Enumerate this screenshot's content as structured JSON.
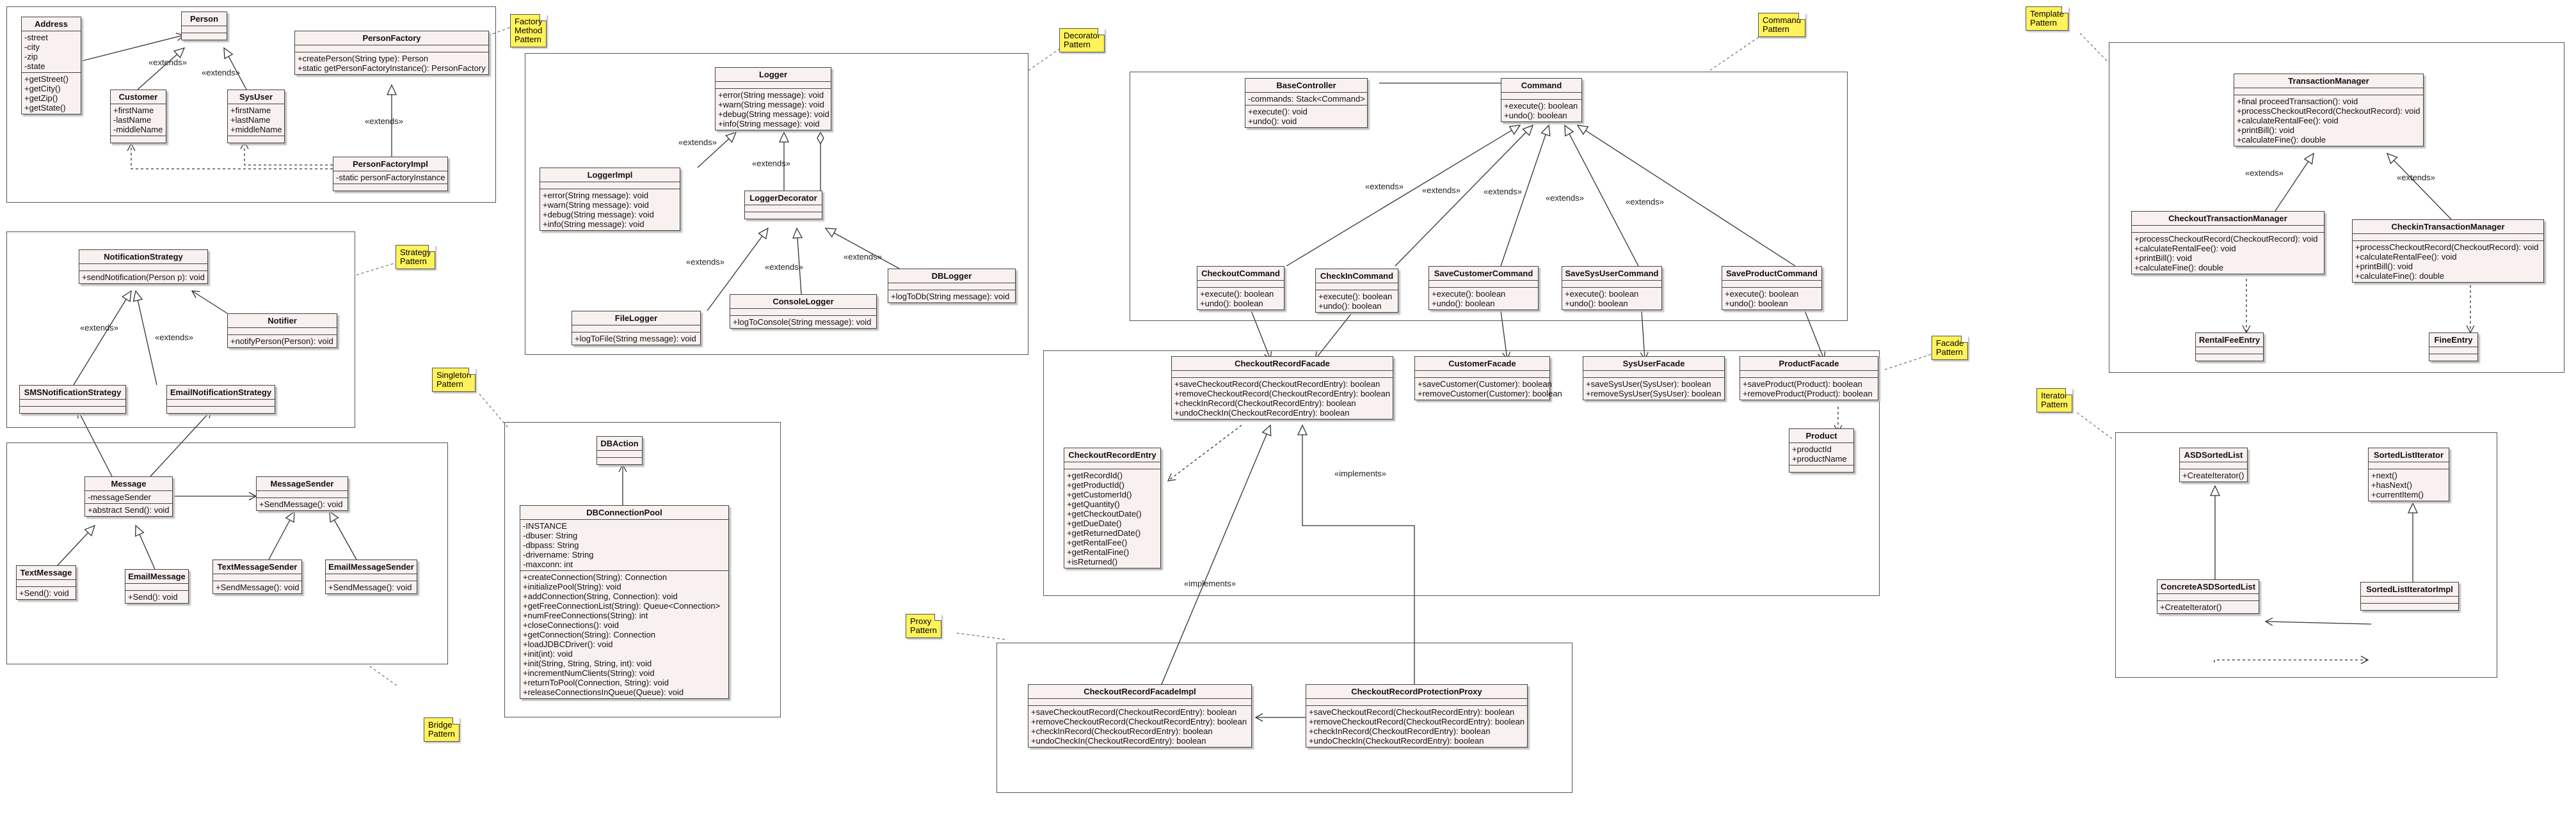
{
  "notes": [
    {
      "id": "n_factory",
      "lines": [
        "Factory",
        "Method",
        "Pattern"
      ]
    },
    {
      "id": "n_decorator",
      "lines": [
        "Decorator",
        "Pattern"
      ]
    },
    {
      "id": "n_command",
      "lines": [
        "Command",
        "Pattern"
      ]
    },
    {
      "id": "n_template",
      "lines": [
        "Template",
        "Pattern"
      ]
    },
    {
      "id": "n_strategy",
      "lines": [
        "Strategy",
        "Pattern"
      ]
    },
    {
      "id": "n_singleton",
      "lines": [
        "Singleton",
        "Pattern"
      ]
    },
    {
      "id": "n_facade",
      "lines": [
        "Facade",
        "Pattern"
      ]
    },
    {
      "id": "n_iterator",
      "lines": [
        "Iterator",
        "Pattern"
      ]
    },
    {
      "id": "n_proxy",
      "lines": [
        "Proxy",
        "Pattern"
      ]
    },
    {
      "id": "n_bridge",
      "lines": [
        "Bridge",
        "Pattern"
      ]
    }
  ],
  "classes": [
    {
      "id": "c_address",
      "name": "Address",
      "sections": [
        [
          "-street",
          "-city",
          "-zip",
          "-state"
        ],
        [
          "+getStreet()",
          "+getCity()",
          "+getZip()",
          "+getState()"
        ]
      ]
    },
    {
      "id": "c_person",
      "name": "Person",
      "sections": [
        [],
        []
      ]
    },
    {
      "id": "c_customer",
      "name": "Customer",
      "sections": [
        [
          "+firstName",
          "-lastName",
          "-middleName"
        ],
        []
      ]
    },
    {
      "id": "c_sysuser",
      "name": "SysUser",
      "sections": [
        [
          "+firstName",
          "+lastName",
          "+middleName"
        ],
        []
      ]
    },
    {
      "id": "c_personfactory",
      "name": "PersonFactory",
      "sections": [
        [],
        [
          "+createPerson(String type): Person",
          "+static getPersonFactoryInstance(): PersonFactory"
        ]
      ]
    },
    {
      "id": "c_personfactoryimpl",
      "name": "PersonFactoryImpl",
      "sections": [
        [
          "-static personFactoryInstance"
        ],
        []
      ]
    },
    {
      "id": "c_logger",
      "name": "Logger",
      "sections": [
        [],
        [
          "+error(String message): void",
          "+warn(String message): void",
          "+debug(String message): void",
          "+info(String message): void"
        ]
      ]
    },
    {
      "id": "c_loggerimpl",
      "name": "LoggerImpl",
      "sections": [
        [],
        [
          "+error(String message): void",
          "+warn(String message): void",
          "+debug(String message): void",
          "+info(String message): void"
        ]
      ]
    },
    {
      "id": "c_loggerdecorator",
      "name": "LoggerDecorator",
      "sections": [
        [],
        []
      ]
    },
    {
      "id": "c_filelogger",
      "name": "FileLogger",
      "sections": [
        [],
        [
          "+logToFile(String message): void"
        ]
      ]
    },
    {
      "id": "c_consolelogger",
      "name": "ConsoleLogger",
      "sections": [
        [],
        [
          "+logToConsole(String message): void"
        ]
      ]
    },
    {
      "id": "c_dblogger",
      "name": "DBLogger",
      "sections": [
        [],
        [
          "+logToDb(String message): void"
        ]
      ]
    },
    {
      "id": "c_basecontroller",
      "name": "BaseController",
      "sections": [
        [
          "-commands: Stack<Command>"
        ],
        [
          "+execute(): void",
          "+undo(): void"
        ]
      ]
    },
    {
      "id": "c_command",
      "name": "Command",
      "sections": [
        [],
        [
          "+execute(): boolean",
          "+undo(): boolean"
        ]
      ]
    },
    {
      "id": "c_checkoutcommand",
      "name": "CheckoutCommand",
      "sections": [
        [],
        [
          "+execute(): boolean",
          "+undo(): boolean"
        ]
      ]
    },
    {
      "id": "c_checkincommand",
      "name": "CheckInCommand",
      "sections": [
        [],
        [
          "+execute(): boolean",
          "+undo(): boolean"
        ]
      ]
    },
    {
      "id": "c_savecustomercommand",
      "name": "SaveCustomerCommand",
      "sections": [
        [],
        [
          "+execute(): boolean",
          "+undo(): boolean"
        ]
      ]
    },
    {
      "id": "c_savesysusercommand",
      "name": "SaveSysUserCommand",
      "sections": [
        [],
        [
          "+execute(): boolean",
          "+undo(): boolean"
        ]
      ]
    },
    {
      "id": "c_saveproductcommand",
      "name": "SaveProductCommand",
      "sections": [
        [],
        [
          "+execute(): boolean",
          "+undo(): boolean"
        ]
      ]
    },
    {
      "id": "c_transactionmanager",
      "name": "TransactionManager",
      "sections": [
        [],
        [
          "+final proceedTransaction(): void",
          "+processCheckoutRecord(CheckoutRecord): void",
          "+calculateRentalFee(): void",
          "+printBill(): void",
          "+calculateFine(): double"
        ]
      ]
    },
    {
      "id": "c_checkouttm",
      "name": "CheckoutTransactionManager",
      "sections": [
        [],
        [
          "+processCheckoutRecord(CheckoutRecord): void",
          "+calculateRentalFee(): void",
          "+printBill(): void",
          "+calculateFine(): double"
        ]
      ]
    },
    {
      "id": "c_checkintm",
      "name": "CheckinTransactionManager",
      "sections": [
        [],
        [
          "+processCheckoutRecord(CheckoutRecord): void",
          "+calculateRentalFee(): void",
          "+printBill(): void",
          "+calculateFine(): double"
        ]
      ]
    },
    {
      "id": "c_rentalfeeentry",
      "name": "RentalFeeEntry",
      "sections": [
        [],
        []
      ]
    },
    {
      "id": "c_fineentry",
      "name": "FineEntry",
      "sections": [
        [],
        []
      ]
    },
    {
      "id": "c_notificationstrategy",
      "name": "NotificationStrategy",
      "sections": [
        [],
        [
          "+sendNotification(Person p): void"
        ]
      ]
    },
    {
      "id": "c_notifier",
      "name": "Notifier",
      "sections": [
        [],
        [
          "+notifyPerson(Person): void"
        ]
      ]
    },
    {
      "id": "c_smsstrategy",
      "name": "SMSNotificationStrategy",
      "sections": [
        [],
        []
      ]
    },
    {
      "id": "c_emailstrategy",
      "name": "EmailNotificationStrategy",
      "sections": [
        [],
        []
      ]
    },
    {
      "id": "c_message",
      "name": "Message",
      "sections": [
        [
          "-messageSender"
        ],
        [
          "+abstract Send(): void"
        ]
      ]
    },
    {
      "id": "c_messagesender",
      "name": "MessageSender",
      "sections": [
        [],
        [
          "+SendMessage(): void"
        ]
      ]
    },
    {
      "id": "c_textmessage",
      "name": "TextMessage",
      "sections": [
        [],
        [
          "+Send(): void"
        ]
      ]
    },
    {
      "id": "c_emailmessage",
      "name": "EmailMessage",
      "sections": [
        [],
        [
          "+Send(): void"
        ]
      ]
    },
    {
      "id": "c_textmessagesender",
      "name": "TextMessageSender",
      "sections": [
        [],
        [
          "+SendMessage(): void"
        ]
      ]
    },
    {
      "id": "c_emailmessagesender",
      "name": "EmailMessageSender",
      "sections": [
        [],
        [
          "+SendMessage(): void"
        ]
      ]
    },
    {
      "id": "c_dbaction",
      "name": "DBAction",
      "sections": [
        [],
        []
      ]
    },
    {
      "id": "c_dbconnectionpool",
      "name": "DBConnectionPool",
      "sections": [
        [
          "-INSTANCE",
          "-dbuser: String",
          "-dbpass: String",
          "-drivername: String",
          "-maxconn: int"
        ],
        [
          "+createConnection(String): Connection",
          "+initializePool(String): void",
          "+addConnection(String, Connection): void",
          "+getFreeConnectionList(String): Queue<Connection>",
          "+numFreeConnections(String): int",
          "+closeConnections(): void",
          "+getConnection(String): Connection",
          "+loadJDBCDriver(): void",
          "+init(int): void",
          "+init(String, String, String, int): void",
          "+incrementNumClients(String): void",
          "+returnToPool(Connection, String): void",
          "+releaseConnectionsInQueue(Queue): void"
        ]
      ]
    },
    {
      "id": "c_checkoutrecordfacade",
      "name": "CheckoutRecordFacade",
      "sections": [
        [],
        [
          "+saveCheckoutRecord(CheckoutRecordEntry): boolean",
          "+removeCheckoutRecord(CheckoutRecordEntry): boolean",
          "+checkInRecord(CheckoutRecordEntry): boolean",
          "+undoCheckIn(CheckoutRecordEntry): boolean"
        ]
      ]
    },
    {
      "id": "c_customerfacade",
      "name": "CustomerFacade",
      "sections": [
        [],
        [
          "+saveCustomer(Customer): boolean",
          "+removeCustomer(Customer): boolean"
        ]
      ]
    },
    {
      "id": "c_sysuserfacade",
      "name": "SysUserFacade",
      "sections": [
        [],
        [
          "+saveSysUser(SysUser): boolean",
          "+removeSysUser(SysUser): boolean"
        ]
      ]
    },
    {
      "id": "c_productfacade",
      "name": "ProductFacade",
      "sections": [
        [],
        [
          "+saveProduct(Product): boolean",
          "+removeProduct(Product): boolean"
        ]
      ]
    },
    {
      "id": "c_checkoutrecordentry",
      "name": "CheckoutRecordEntry",
      "sections": [
        [],
        [
          "+getRecordId()",
          "+getProductId()",
          "+getCustomerId()",
          "+getQuantity()",
          "+getCheckoutDate()",
          "+getDueDate()",
          "+getReturnedDate()",
          "+getRentalFee()",
          "+getRentalFine()",
          "+isReturned()"
        ]
      ]
    },
    {
      "id": "c_product",
      "name": "Product",
      "sections": [
        [
          "+productId",
          "+productName"
        ],
        []
      ]
    },
    {
      "id": "c_asdsortedlist",
      "name": "ASDSortedList",
      "sections": [
        [],
        [
          "+CreateIterator()"
        ]
      ]
    },
    {
      "id": "c_sortedlistiterator",
      "name": "SortedListIterator",
      "sections": [
        [],
        [
          "+next()",
          "+hasNext()",
          "+currentItem()"
        ]
      ]
    },
    {
      "id": "c_concreteasd",
      "name": "ConcreteASDSortedList",
      "sections": [
        [],
        [
          "+CreateIterator()"
        ]
      ]
    },
    {
      "id": "c_sortedlistiteratorimpl",
      "name": "SortedListIteratorImpl",
      "sections": [
        [],
        []
      ]
    },
    {
      "id": "c_checkoutrecordfacadeimpl",
      "name": "CheckoutRecordFacadeImpl",
      "sections": [
        [],
        [
          "+saveCheckoutRecord(CheckoutRecordEntry): boolean",
          "+removeCheckoutRecord(CheckoutRecordEntry): boolean",
          "+checkInRecord(CheckoutRecordEntry): boolean",
          "+undoCheckIn(CheckoutRecordEntry): boolean"
        ]
      ]
    },
    {
      "id": "c_checkoutrecordprotectionproxy",
      "name": "CheckoutRecordProtectionProxy",
      "sections": [
        [],
        [
          "+saveCheckoutRecord(CheckoutRecordEntry): boolean",
          "+removeCheckoutRecord(CheckoutRecordEntry): boolean",
          "+checkInRecord(CheckoutRecordEntry): boolean",
          "+undoCheckIn(CheckoutRecordEntry): boolean"
        ]
      ]
    }
  ],
  "labels": {
    "extends": "«extends»",
    "implements": "«implements»"
  }
}
